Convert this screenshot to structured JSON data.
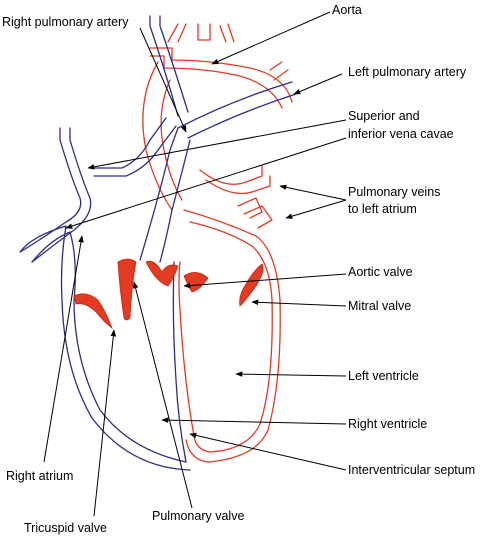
{
  "labels": {
    "aorta": "Aorta",
    "right_pulmonary_artery": "Right pulmonary artery",
    "left_pulmonary_artery": "Left pulmonary artery",
    "vena_cavae_line1": "Superior and",
    "vena_cavae_line2": "inferior vena cavae",
    "pulmonary_veins_line1": "Pulmonary veins",
    "pulmonary_veins_line2": "to left atrium",
    "aortic_valve": "Aortic valve",
    "mitral_valve": "Mitral valve",
    "left_ventricle": "Left ventricle",
    "right_ventricle": "Right ventricle",
    "interventricular_septum": "Interventricular septum",
    "right_atrium": "Right atrium",
    "tricuspid_valve": "Tricuspid valve",
    "pulmonary_valve": "Pulmonary valve"
  },
  "colors": {
    "oxygenated_outline": "#e23b22",
    "deoxygenated_outline": "#2c2c8a",
    "valve_fill": "#e23b22",
    "text": "#000000"
  }
}
